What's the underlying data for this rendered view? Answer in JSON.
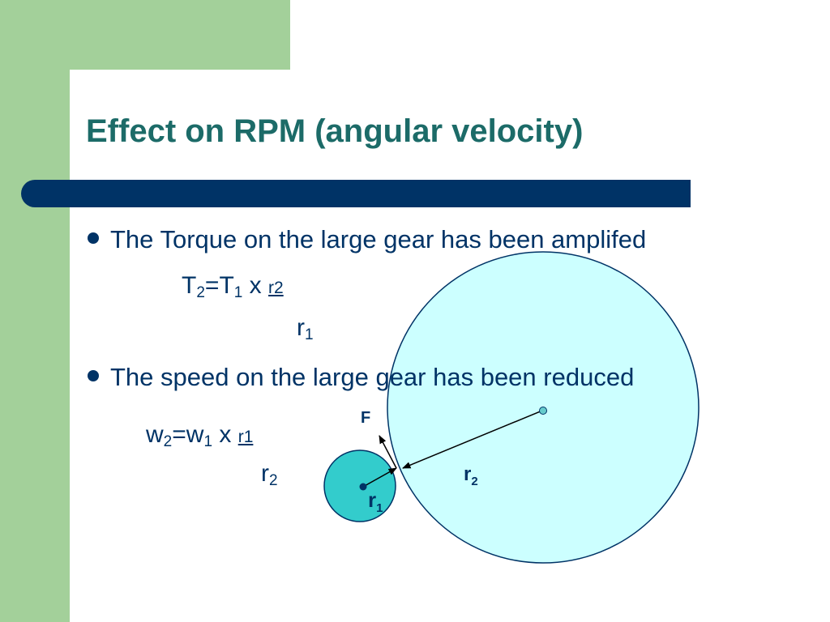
{
  "slide": {
    "title": "Effect on RPM (angular velocity)",
    "bullets": [
      "The Torque on the large gear has been amplifed",
      "The speed on the large gear has been reduced"
    ],
    "torque_formula": {
      "lhs_symbol": "T",
      "lhs_sub": "2",
      "eq": "=",
      "rhs_symbol": "T",
      "rhs_sub": "1",
      "times": " x ",
      "numerator": "r2",
      "denominator_symbol": "r",
      "denominator_sub": "1"
    },
    "speed_formula": {
      "lhs_symbol": "w",
      "lhs_sub": "2",
      "eq": "=",
      "rhs_symbol": "w",
      "rhs_sub": "1",
      "times": " x ",
      "numerator": "r1",
      "denominator_symbol": "r",
      "denominator_sub": "2"
    }
  },
  "diagram": {
    "force_label": "F",
    "small_radius_symbol": "r",
    "small_radius_sub": "1",
    "large_radius_symbol": "r",
    "large_radius_sub": "2",
    "colors": {
      "large_gear_fill": "#ccffff",
      "small_gear_fill": "#33cccc",
      "outline": "#003366",
      "title": "#1c6b68",
      "accent_bar": "#003366",
      "side_band": "#a3d09a"
    }
  }
}
